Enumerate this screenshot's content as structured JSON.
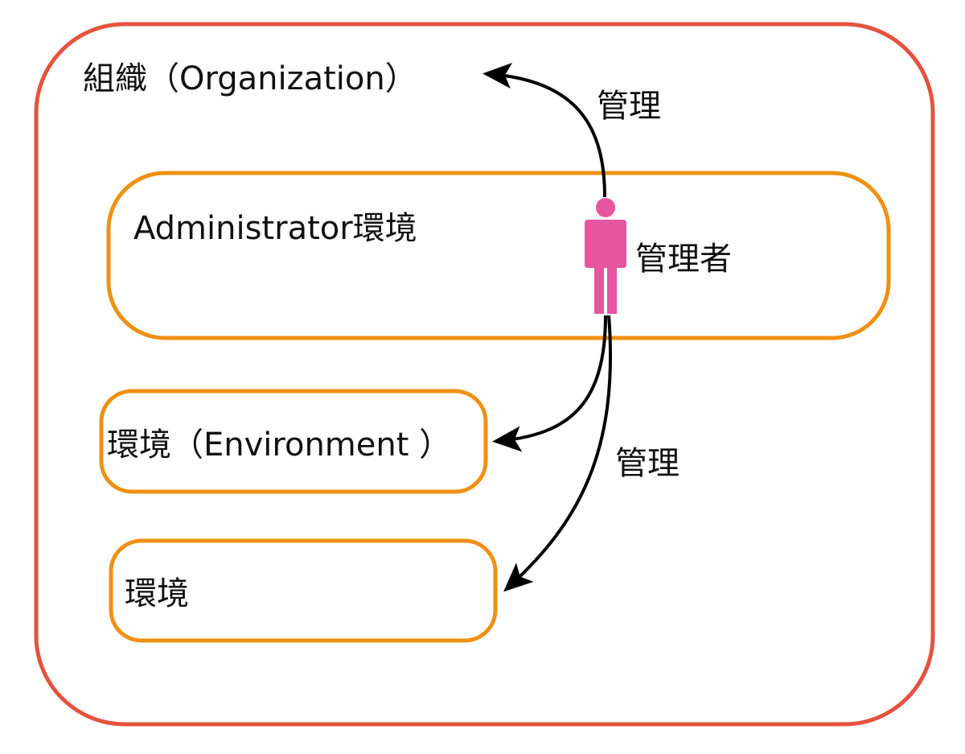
{
  "diagram": {
    "organization": {
      "label": "組織（Organization）",
      "color": "#e5533f"
    },
    "admin_environment": {
      "label": "Administrator環境",
      "color": "#ef9013"
    },
    "administrator": {
      "label": "管理者",
      "icon": "person-icon",
      "color": "#e6559f"
    },
    "environment_1": {
      "label": "環境（Environment ）",
      "color": "#ef9013"
    },
    "environment_2": {
      "label": "環境",
      "color": "#ef9013"
    },
    "edges": [
      {
        "from": "administrator",
        "to": "organization",
        "label": "管理"
      },
      {
        "from": "administrator",
        "to": "environment_1",
        "label": ""
      },
      {
        "from": "administrator",
        "to": "environment_2",
        "label": "管理"
      }
    ],
    "arrow_color": "#000000"
  }
}
